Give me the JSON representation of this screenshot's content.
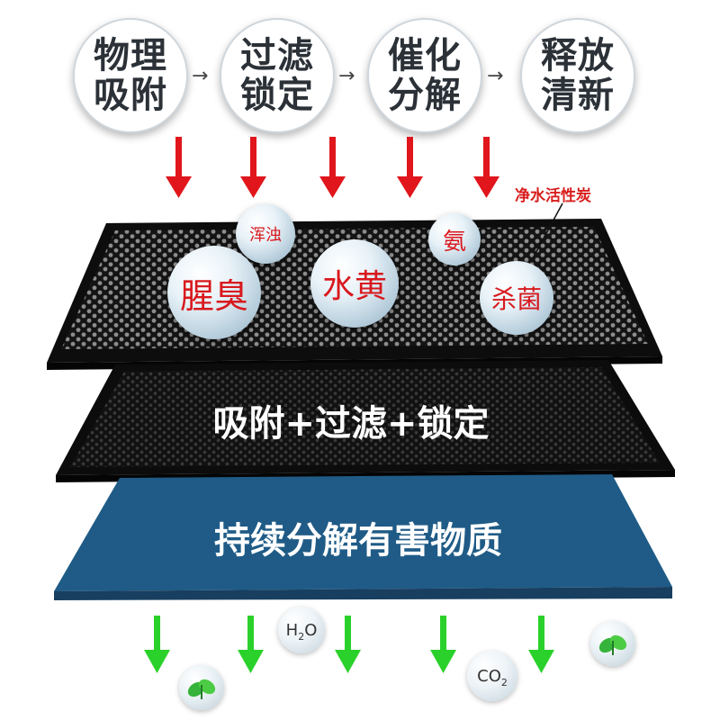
{
  "process_steps": [
    {
      "label": "物理吸附"
    },
    {
      "label": "过滤锁定"
    },
    {
      "label": "催化分解"
    },
    {
      "label": "释放清新"
    }
  ],
  "callout_label": "净水活性炭",
  "pollutants": [
    "浑浊",
    "氨",
    "腥臭",
    "水黄",
    "杀菌"
  ],
  "layers": {
    "middle_label": "吸附+过滤+锁定",
    "bottom_label": "持续分解有害物质"
  },
  "outputs": {
    "h2o": {
      "main": "H",
      "sub": "2",
      "tail": "O"
    },
    "co2": {
      "main": "CO",
      "sub": "2"
    }
  },
  "colors": {
    "arrow_red": "#e0161c",
    "arrow_green": "#2bd12b",
    "layer_blue": "#1f5b86",
    "layer_dark": "#1b1b1b",
    "pollutant_text": "#d8191e"
  },
  "icons": {
    "right_arrow": "arrow-right-icon",
    "down_arrow_red": "arrow-down-icon",
    "down_arrow_green": "arrow-down-icon",
    "leaf": "leaf-icon"
  }
}
